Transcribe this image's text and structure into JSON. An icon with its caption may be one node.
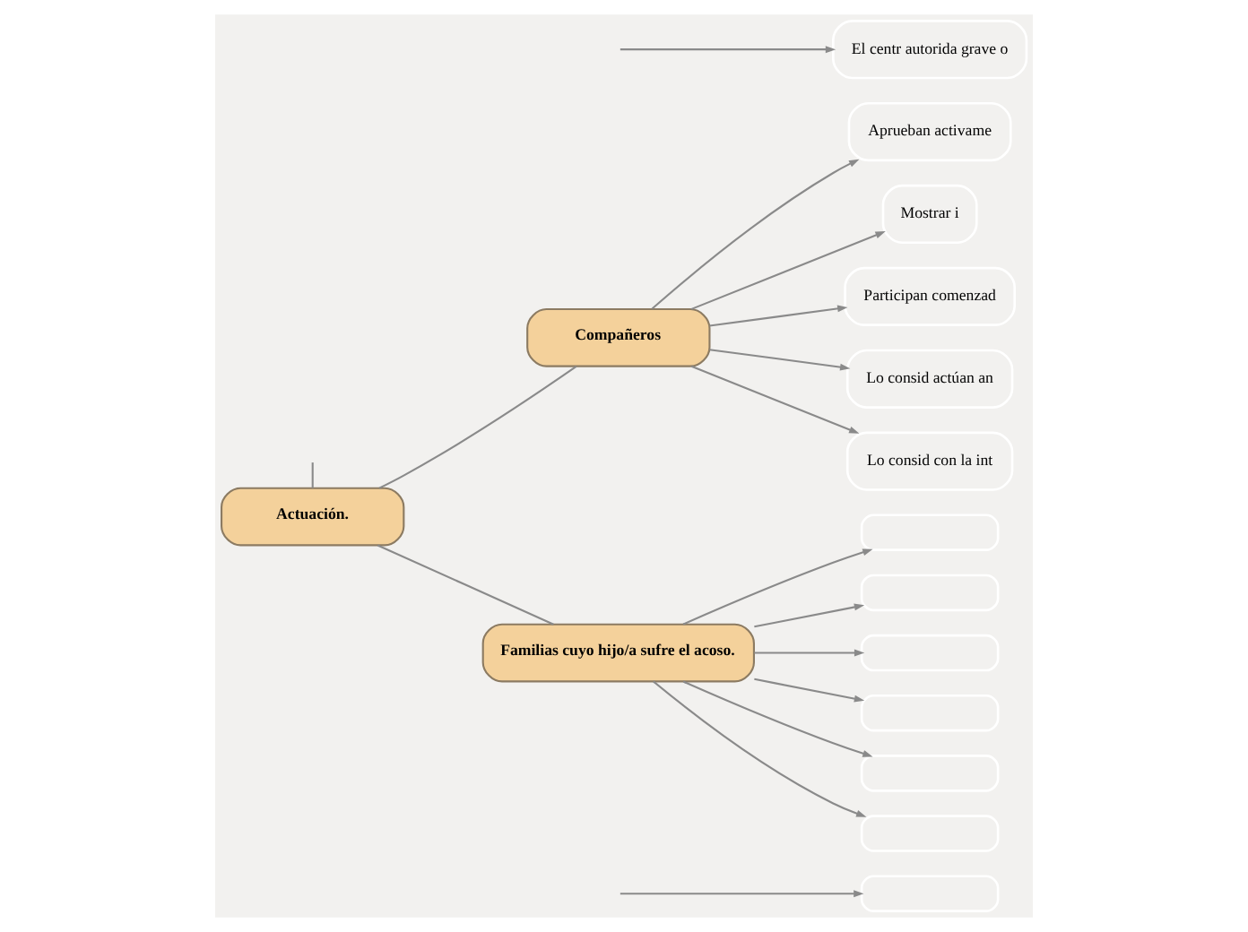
{
  "diagram": {
    "nodes": [
      {
        "text": [
          "El centr autorida grave o"
        ]
      },
      {
        "text": [
          "Actuación."
        ]
      },
      {
        "text": [
          "Compañeros"
        ]
      },
      {
        "text": [
          "Aprueban activame"
        ]
      },
      {
        "text": [
          "Mostrar i"
        ]
      },
      {
        "text": [
          "Participan comenzad"
        ]
      },
      {
        "text": [
          "Lo consid actúan an"
        ]
      },
      {
        "text": [
          "Lo consid con la int"
        ]
      },
      {
        "text": [
          "Familias cuyo hijo/a sufre el acoso."
        ]
      },
      {
        "text": [],
        "shape": "box"
      },
      {
        "text": [],
        "shape": "box"
      },
      {
        "text": [],
        "shape": "box"
      },
      {
        "text": [],
        "shape": "box"
      },
      {
        "text": [],
        "shape": "box"
      },
      {
        "text": [],
        "shape": "box"
      },
      {
        "text": [],
        "shape": "box"
      }
    ],
    "edges": [
      {
        "from": null,
        "to": 0,
        "arrow": "to"
      },
      {
        "from": null,
        "to": 1,
        "arrow": "none"
      },
      {
        "from": 1,
        "to": 2,
        "arrow": "none"
      },
      {
        "from": 1,
        "to": 8,
        "arrow": "none"
      },
      {
        "from": 2,
        "to": 3,
        "arrow": "to"
      },
      {
        "from": 2,
        "to": 4,
        "arrow": "to"
      },
      {
        "from": 2,
        "to": 5,
        "arrow": "to"
      },
      {
        "from": 2,
        "to": 6,
        "arrow": "to"
      },
      {
        "from": 2,
        "to": 7,
        "arrow": "to"
      },
      {
        "from": 8,
        "to": 9,
        "arrow": "to"
      },
      {
        "from": 8,
        "to": 10,
        "arrow": "to"
      },
      {
        "from": 8,
        "to": 11,
        "arrow": "to"
      },
      {
        "from": 8,
        "to": 12,
        "arrow": "to"
      },
      {
        "from": 8,
        "to": 13,
        "arrow": "to"
      },
      {
        "from": 8,
        "to": 14,
        "arrow": "to"
      },
      {
        "from": null,
        "to": 15,
        "arrow": "to"
      }
    ]
  }
}
